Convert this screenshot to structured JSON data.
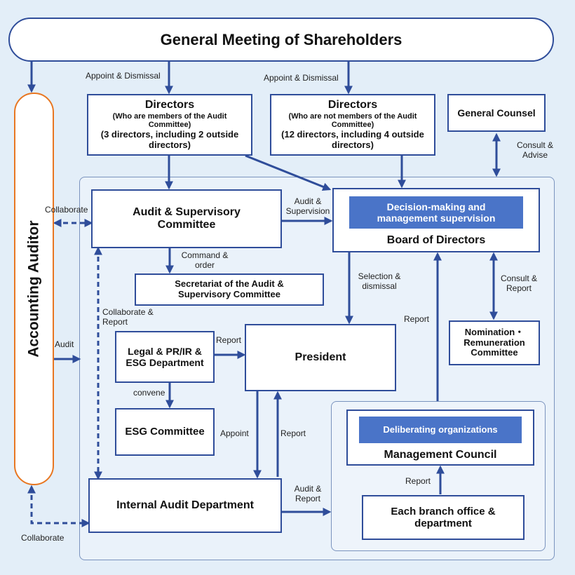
{
  "colors": {
    "box_border": "#2f4d9a",
    "arrow": "#2f4d9a",
    "header_bar": "#4a74c8",
    "auditor_border": "#e87722",
    "background": "#e3eef8"
  },
  "nodes": {
    "shareholders": "General Meeting of Shareholders",
    "accounting_auditor": "Accounting Auditor",
    "directors_ac": {
      "title": "Directors",
      "note": "(Who are members of the Audit Committee)",
      "detail": "(3 directors, including 2 outside directors)"
    },
    "directors_non_ac": {
      "title": "Directors",
      "note": "(Who are not members of the Audit Committee)",
      "detail": "(12 directors, including 4 outside directors)"
    },
    "general_counsel": "General Counsel",
    "audit_committee": "Audit & Supervisory Committee",
    "board": {
      "header": "Decision-making and management supervision",
      "title": "Board of Directors"
    },
    "secretariat": "Secretariat of the Audit & Supervisory Committee",
    "nomination": "Nomination・Remuneration Committee",
    "legal": "Legal & PR/IR & ESG Department",
    "president": "President",
    "esg_committee": "ESG Committee",
    "management_council": {
      "header": "Deliberating organizations",
      "title": "Management Council"
    },
    "internal_audit": "Internal Audit Department",
    "branch_office": "Each branch office & department"
  },
  "edge_labels": {
    "appoint_dismissal_1": "Appoint & Dismissal",
    "appoint_dismissal_2": "Appoint & Dismissal",
    "consult_advise": "Consult & Advise",
    "collaborate_top": "Collaborate",
    "audit_supervision": "Audit & Supervision",
    "command_order": "Command & order",
    "selection_dismissal": "Selection & dismissal",
    "consult_report": "Consult & Report",
    "collaborate_report": "Collaborate & Report",
    "report_board": "Report",
    "audit_left": "Audit",
    "report_legal": "Report",
    "convene": "convene",
    "appoint": "Appoint",
    "report_president": "Report",
    "audit_report": "Audit & Report",
    "report_branch": "Report",
    "collaborate_bottom": "Collaborate"
  }
}
